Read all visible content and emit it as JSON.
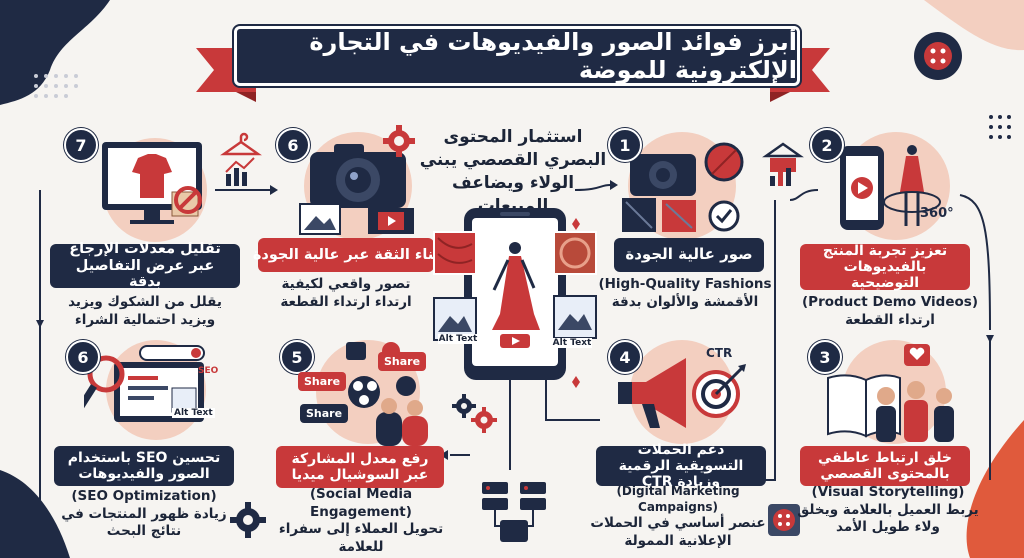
{
  "title": "أبرز فوائد الصور والفيديوهات في التجارة الإلكترونية للموضة",
  "center_text": "استثمار المحتوى البصري القصصي يبني الولاء ويضاعف المبيعات",
  "phone": {
    "alt_text_left": "Alt Text",
    "alt_text_right": "Alt Text"
  },
  "benefits": [
    {
      "number": "1",
      "label": "صور عالية الجودة",
      "en": "(High-Quality Fashions",
      "desc": "الأقمشة والألوان بدقة"
    },
    {
      "number": "2",
      "label": "تعزيز تجربة المنتج بالفيديوهات التوضيحية",
      "en": "(Product Demo Videos)",
      "desc": "ارتداء القطعة",
      "badge": "360°"
    },
    {
      "number": "3",
      "label": "خلق ارتباط عاطفي بالمحتوى القصصي",
      "en": "(Visual Storytelling)",
      "desc": "يربط العميل بالعلامة ويخلق ولاء طويل الأمد"
    },
    {
      "number": "4",
      "label": "دعم الحملات التسويقية الرقمية وزيادة CTR",
      "en": "(Digital Marketing Campaigns)",
      "desc": "عنصر أساسي في الحملات الإعلانية الممولة",
      "badge": "CTR"
    },
    {
      "number": "5",
      "label": "رفع معدل المشاركة عبر السوشيال ميديا",
      "en": "(Social Media Engagement)",
      "desc": "تحويل العملاء إلى سفراء للعلامة",
      "share": "Share"
    },
    {
      "number": "6",
      "label": "بناء الثقة عبر عالية الجودة",
      "desc": "تصور واقعي لكيفية ارتداء ارتداء القطعة"
    },
    {
      "number": "6",
      "label": "تحسين SEO باستخدام الصور والفيديوهات",
      "en": "(SEO Optimization)",
      "desc": "زيادة ظهور المنتجات في نتائج البحث",
      "badge": "SEO",
      "alt": "Alt Text"
    },
    {
      "number": "7",
      "label": "تقليل معدلات الإرجاع عبر عرض التفاصيل بدقة",
      "desc": "يقلل من الشكوك ويزيد ويزيد احتمالية الشراء"
    }
  ],
  "colors": {
    "navy": "#1f2a44",
    "red": "#c8393a",
    "peach": "#f3cfc0",
    "background": "#f6f4f1"
  }
}
